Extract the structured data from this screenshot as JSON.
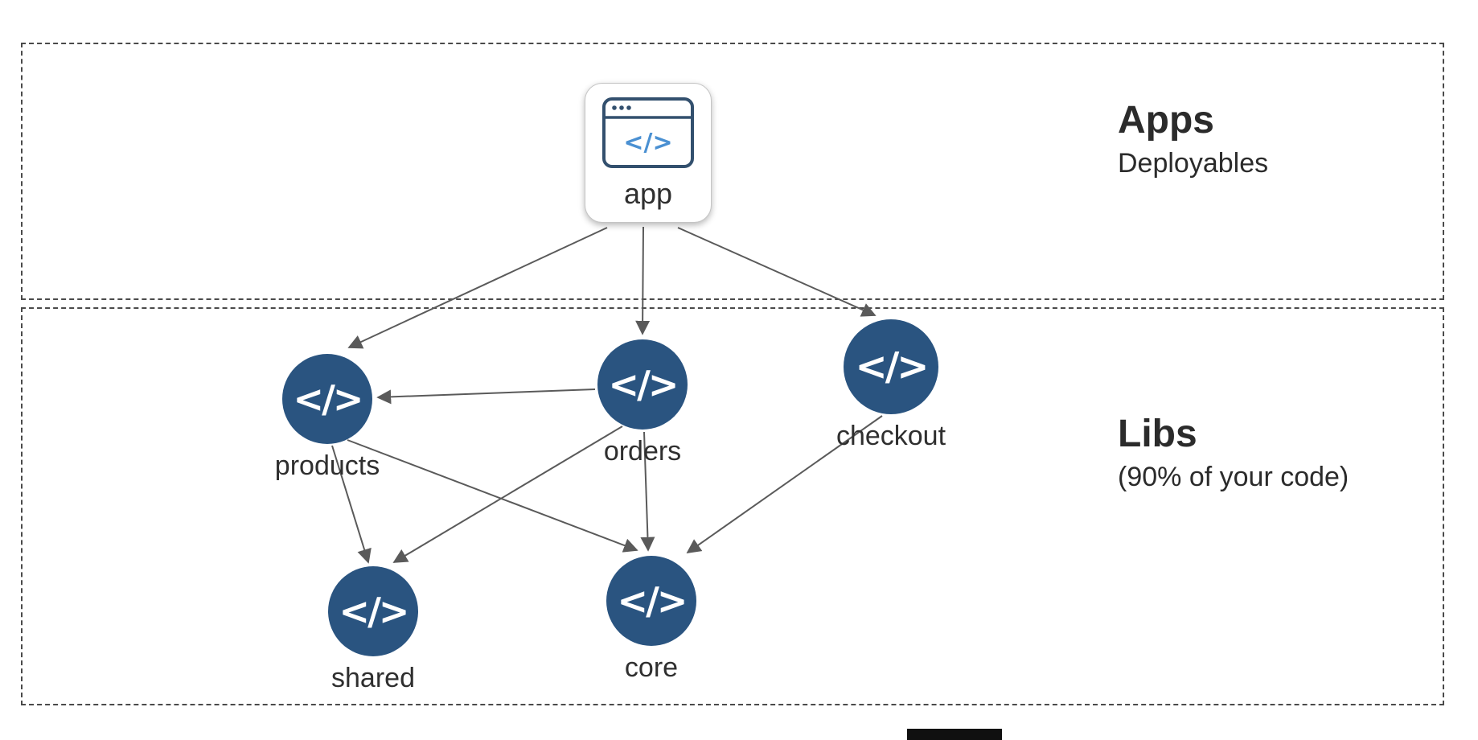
{
  "diagram": {
    "regions": {
      "apps": {
        "title": "Apps",
        "subtitle": "Deployables"
      },
      "libs": {
        "title": "Libs",
        "subtitle": "(90% of your code)"
      }
    },
    "app_node": {
      "label": "app",
      "icon": "</>"
    },
    "lib_nodes": [
      {
        "id": "products",
        "label": "products",
        "icon": "</>"
      },
      {
        "id": "orders",
        "label": "orders",
        "icon": "</>"
      },
      {
        "id": "checkout",
        "label": "checkout",
        "icon": "</>"
      },
      {
        "id": "shared",
        "label": "shared",
        "icon": "</>"
      },
      {
        "id": "core",
        "label": "core",
        "icon": "</>"
      }
    ],
    "edges": [
      {
        "from": "app",
        "to": "products"
      },
      {
        "from": "app",
        "to": "orders"
      },
      {
        "from": "app",
        "to": "checkout"
      },
      {
        "from": "orders",
        "to": "products"
      },
      {
        "from": "products",
        "to": "shared"
      },
      {
        "from": "products",
        "to": "core"
      },
      {
        "from": "orders",
        "to": "shared"
      },
      {
        "from": "orders",
        "to": "core"
      },
      {
        "from": "checkout",
        "to": "core"
      }
    ],
    "colors": {
      "node_fill": "#2a5480",
      "edge": "#5a5a5a",
      "app_icon_outline": "#33506e",
      "app_icon_code": "#4a90d2",
      "region_border": "#4a4a4a",
      "label_text": "#2f2f2f"
    }
  }
}
